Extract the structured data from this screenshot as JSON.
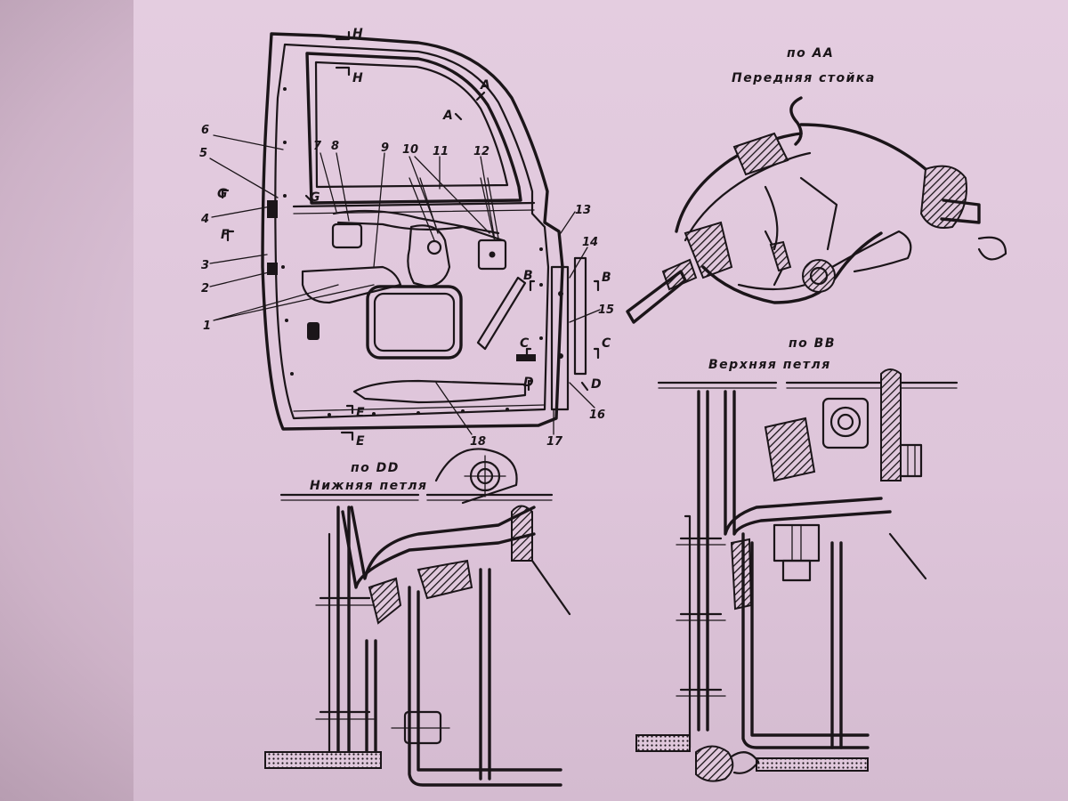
{
  "callouts": [
    "1",
    "2",
    "3",
    "4",
    "5",
    "6",
    "7",
    "8",
    "9",
    "10",
    "11",
    "12",
    "13",
    "14",
    "15",
    "16",
    "17",
    "18"
  ],
  "section_marks": {
    "H": "H",
    "A": "A",
    "G": "G",
    "F": "F",
    "B": "B",
    "C": "C",
    "D": "D",
    "E": "E"
  },
  "views": {
    "aa": {
      "ref": "по АА",
      "title": "Передняя стойка"
    },
    "bb": {
      "ref": "по ВВ",
      "title": "Верхняя петля"
    },
    "dd": {
      "ref": "по DD",
      "title": "Нижняя петля"
    }
  }
}
